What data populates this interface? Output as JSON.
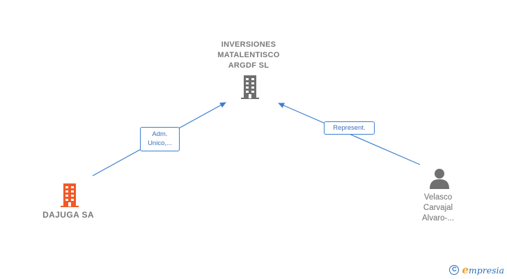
{
  "nodes": {
    "main_company": {
      "lines": [
        "INVERSIONES",
        "MATALENTISCO",
        "ARGDF  SL"
      ],
      "icon": "building-icon",
      "color": "#6e6e6e"
    },
    "left_company": {
      "lines": [
        "DAJUGA SA"
      ],
      "icon": "building-icon",
      "color": "#f05a28"
    },
    "person": {
      "lines": [
        "Velasco",
        "Carvajal",
        "Alvaro-..."
      ],
      "icon": "person-icon",
      "color": "#707070"
    }
  },
  "edges": [
    {
      "from": "left_company",
      "to": "main_company",
      "label_lines": [
        "Adm.",
        "Unico,..."
      ]
    },
    {
      "from": "person",
      "to": "main_company",
      "label_lines": [
        "Represent."
      ]
    }
  ],
  "colors": {
    "edge": "#3b7fd0",
    "brand": "#2a6fb7",
    "brand_accent": "#f0a030"
  },
  "footer": {
    "copyright_symbol": "C",
    "brand_initial": "e",
    "brand_rest": "mpresia"
  }
}
